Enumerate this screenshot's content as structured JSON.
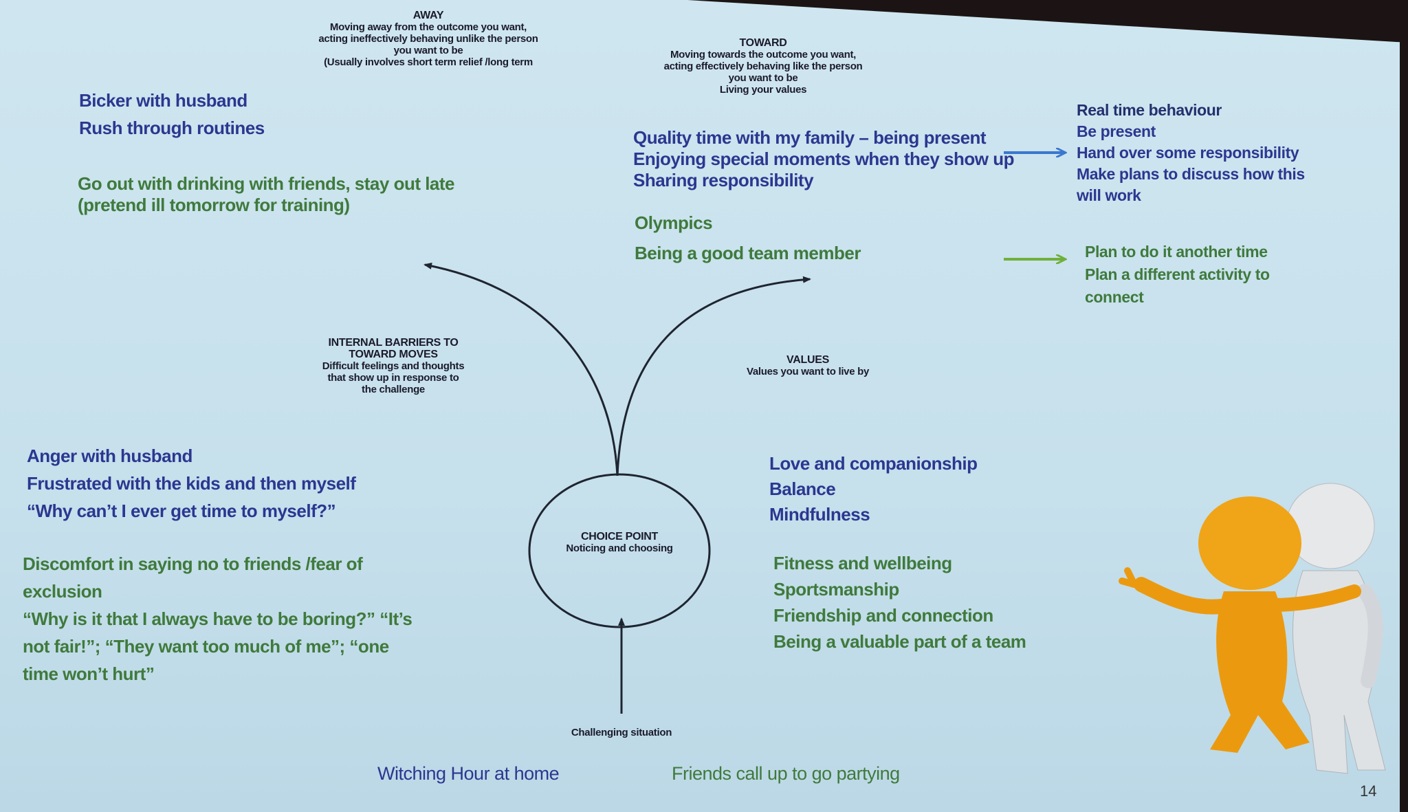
{
  "away": {
    "title": "AWAY",
    "lines": [
      "Moving away from the outcome you want,",
      "acting ineffectively behaving unlike the person",
      "you want to be",
      "(Usually involves short term relief /long term"
    ]
  },
  "toward": {
    "title": "TOWARD",
    "lines": [
      "Moving towards the outcome you want,",
      "acting effectively behaving like the person",
      "you want to be",
      "Living your values"
    ]
  },
  "away_examples": {
    "family": [
      "Bicker with husband",
      "Rush through routines"
    ],
    "friends": [
      "Go out with drinking with friends, stay out late",
      "(pretend ill tomorrow for training)"
    ]
  },
  "toward_examples": {
    "family": [
      "Quality time with my family – being present",
      "Enjoying special moments when they show up",
      "Sharing responsibility"
    ],
    "friends": [
      "Olympics",
      "Being a good team member"
    ]
  },
  "real_time": {
    "title": "Real time behaviour",
    "family": [
      "Be present",
      "Hand over some responsibility",
      "Make plans to discuss how this",
      "will work"
    ],
    "friends": [
      "Plan to do it another time",
      "Plan a different activity to",
      "connect"
    ]
  },
  "barriers": {
    "title_lines": [
      "INTERNAL BARRIERS TO",
      "TOWARD MOVES"
    ],
    "lines": [
      "Difficult feelings and thoughts",
      "that show up in response to",
      "the challenge"
    ]
  },
  "values": {
    "title": "VALUES",
    "subtitle": "Values you want to live by"
  },
  "barrier_examples": {
    "family": [
      "Anger with husband",
      "Frustrated with the kids and then myself",
      "“Why can’t I ever get time to myself?”"
    ],
    "friends": [
      "Discomfort in saying no to friends /fear of",
      "exclusion",
      "“Why is it that I always have to be boring?” “It’s",
      "not fair!”; “They want too much of me”; “one",
      "time won’t hurt”"
    ]
  },
  "value_examples": {
    "family": [
      "Love and companionship",
      "Balance",
      "Mindfulness"
    ],
    "friends": [
      "Fitness and wellbeing",
      "Sportsmanship",
      "Friendship and connection",
      "Being a valuable part of a team"
    ]
  },
  "choice_point": {
    "title": "CHOICE POINT",
    "subtitle": "Noticing and choosing"
  },
  "challenge": {
    "label": "Challenging situation",
    "situations": [
      "Witching Hour at home",
      "Friends call up to go partying"
    ]
  },
  "slide_number": "14",
  "colors": {
    "family": "#2b3790",
    "friends": "#3f7a3c",
    "blue_arrow": "#3a78d0",
    "green_arrow": "#6fb03a"
  }
}
